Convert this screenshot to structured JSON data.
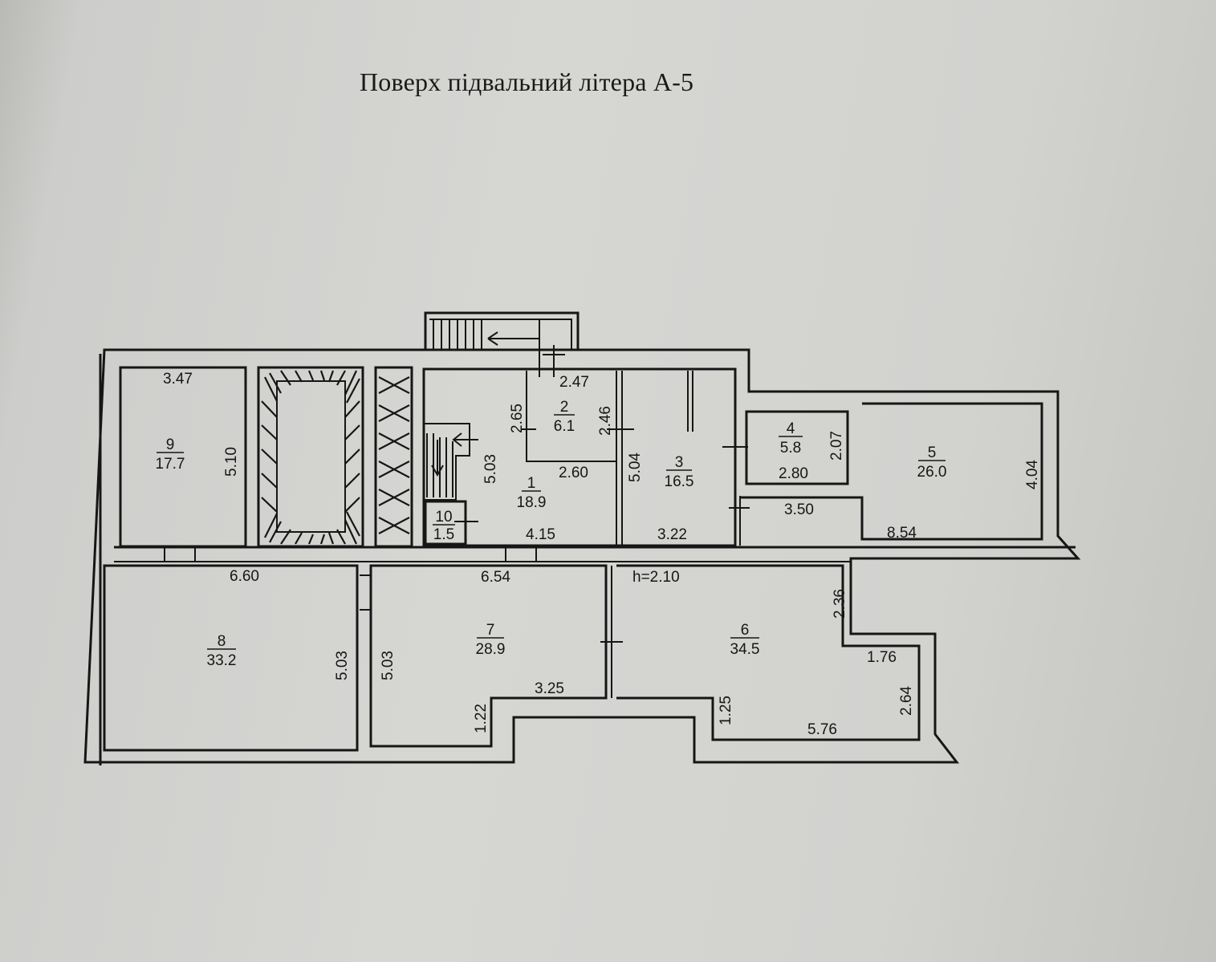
{
  "title": "Поверх підвальний літера А-5",
  "rooms": [
    {
      "number": "1",
      "area": "18.9"
    },
    {
      "number": "2",
      "area": "6.1"
    },
    {
      "number": "3",
      "area": "16.5"
    },
    {
      "number": "4",
      "area": "5.8"
    },
    {
      "number": "5",
      "area": "26.0"
    },
    {
      "number": "6",
      "area": "34.5"
    },
    {
      "number": "7",
      "area": "28.9"
    },
    {
      "number": "8",
      "area": "33.2"
    },
    {
      "number": "9",
      "area": "17.7"
    },
    {
      "number": "10",
      "area": "1.5"
    }
  ],
  "dimensions": {
    "d_9_width": "3.47",
    "d_9_height": "5.10",
    "d_2_width": "2.47",
    "d_2_left": "2.65",
    "d_2_right": "2.46",
    "d_1_height": "5.03",
    "d_1_upper": "2.60",
    "d_1_width": "4.15",
    "d_3_height": "5.04",
    "d_3_width": "3.22",
    "d_4_height": "2.07",
    "d_4_width": "2.80",
    "d_5_height": "4.04",
    "d_5_upper": "3.50",
    "d_5_width": "8.54",
    "d_8_width": "6.60",
    "d_8_height": "5.03",
    "d_7_width": "6.54",
    "d_7_height": "5.03",
    "d_7_lower": "3.25",
    "d_7_step": "1.22",
    "d_ceiling": "h=2.10",
    "d_6_right": "2.36",
    "d_6_step": "1.76",
    "d_6_lower_right": "2.64",
    "d_6_bottom": "5.76",
    "d_6_left_step": "1.25"
  }
}
